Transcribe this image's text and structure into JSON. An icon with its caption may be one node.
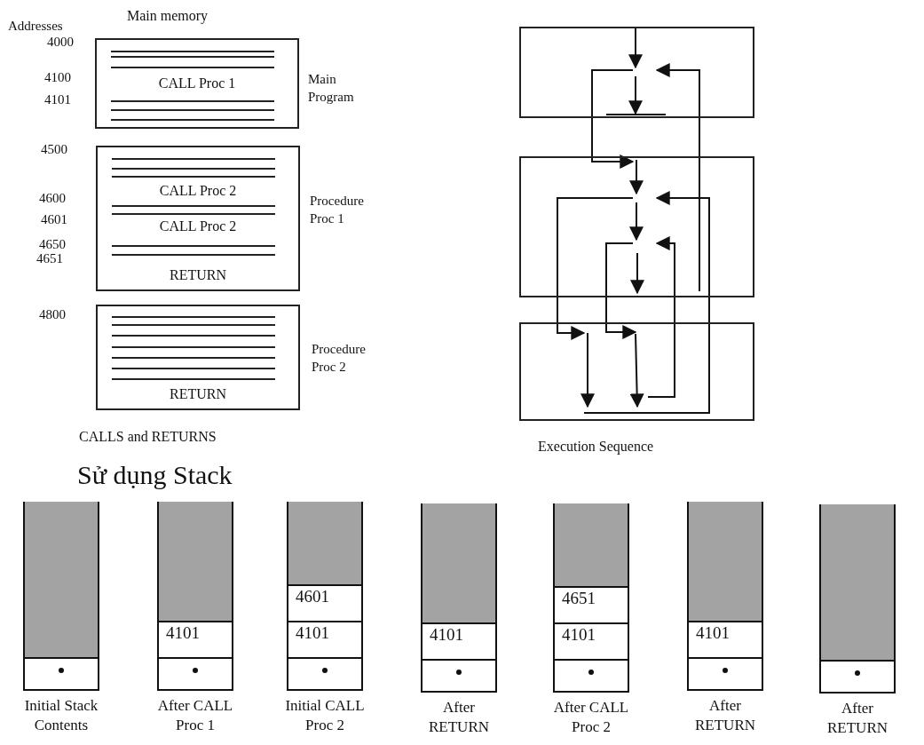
{
  "diagram": {
    "nodes": [
      {
        "text": [
          "CALL Proc 1"
        ],
        "beside": [
          "Main Program"
        ]
      },
      {
        "text": [
          "CALL Proc 2",
          "CALL Proc 2",
          "RETURN"
        ],
        "beside": [
          "Procedure Proc 1"
        ]
      },
      {
        "text": [
          "RETURN"
        ],
        "beside": [
          "Procedure Proc 2"
        ]
      },
      {
        "text": [],
        "shape": "box"
      },
      {
        "text": [],
        "shape": "box"
      },
      {
        "text": [],
        "shape": "box"
      },
      {
        "text": [],
        "shape": "box",
        "beside": [
          "Initial Stack Contents"
        ]
      },
      {
        "text": [
          "4101"
        ],
        "beside": [
          "After CALL Proc 1"
        ]
      },
      {
        "text": [
          "4601",
          "4101"
        ],
        "beside": [
          "Initial CALL Proc 2"
        ]
      },
      {
        "text": [
          "4101"
        ],
        "beside": [
          "After RETURN"
        ]
      },
      {
        "text": [
          "4651",
          "4101"
        ],
        "beside": [
          "After CALL Proc 2"
        ]
      },
      {
        "text": [
          "4101"
        ],
        "beside": [
          "After RETURN"
        ]
      },
      {
        "text": [],
        "shape": "box",
        "beside": [
          "After RETURN"
        ]
      }
    ],
    "edges": [
      {
        "from": 3,
        "to": 4,
        "arrow": "to"
      },
      {
        "from": 4,
        "to": 3,
        "arrow": "to"
      },
      {
        "from": 4,
        "to": 5,
        "arrow": "to"
      },
      {
        "from": 5,
        "to": 4,
        "arrow": "to"
      },
      {
        "from": 4,
        "to": 5,
        "arrow": "to"
      },
      {
        "from": 5,
        "to": 4,
        "arrow": "to"
      }
    ],
    "labels": [
      "Main memory",
      "Addresses",
      "4000",
      "4100",
      "4101",
      "4500",
      "4600",
      "4601",
      "4650",
      "4651",
      "4800",
      "CALLS and RETURNS",
      "Execution Sequence",
      "Sử dụng Stack"
    ]
  }
}
